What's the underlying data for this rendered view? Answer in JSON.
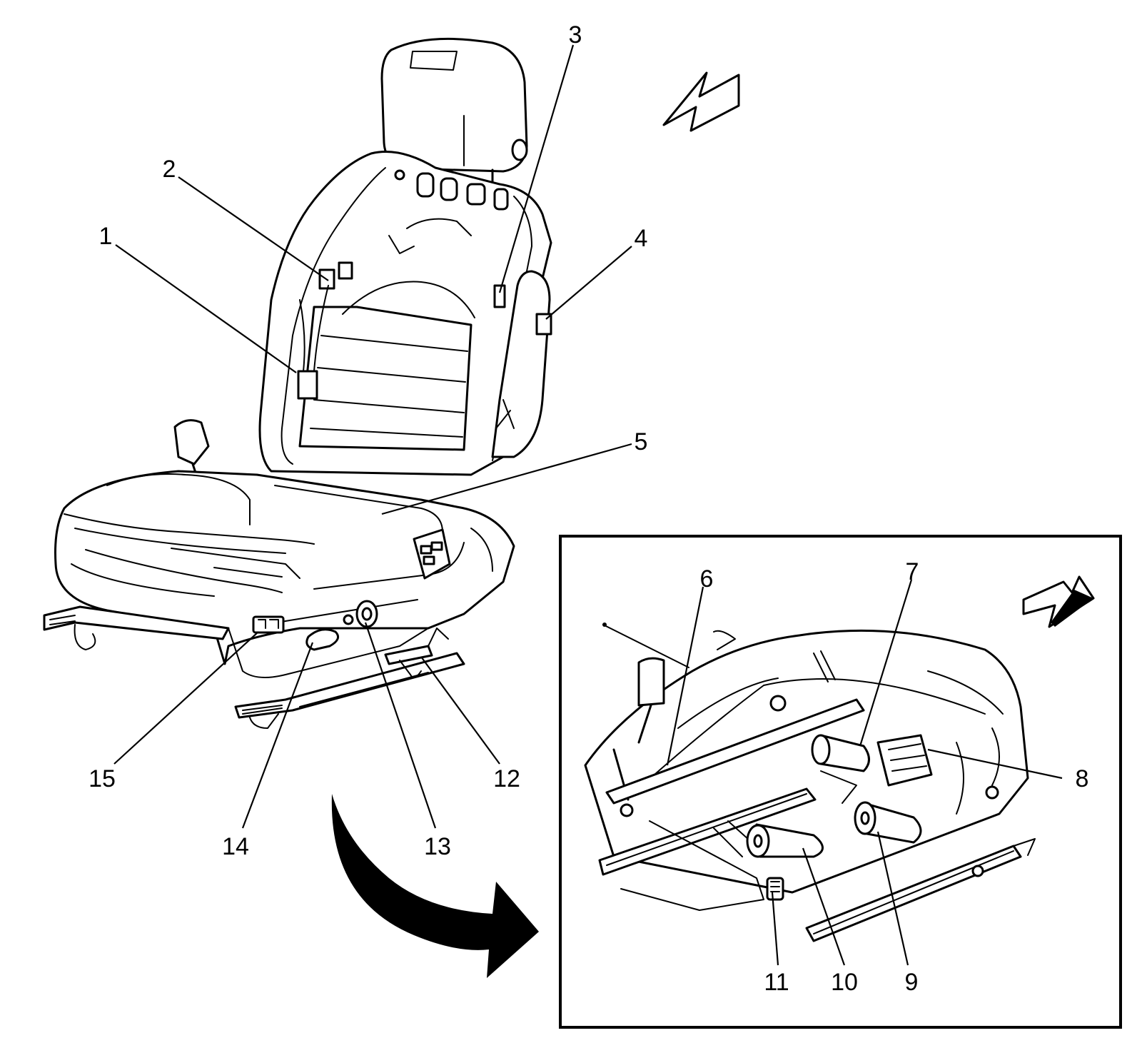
{
  "callouts": [
    "1",
    "2",
    "3",
    "4",
    "5",
    "6",
    "7",
    "8",
    "9",
    "10",
    "11",
    "12",
    "13",
    "14",
    "15"
  ],
  "views": {
    "main": "seat-assembly-front-view",
    "detail": "seat-underside-detail-view"
  },
  "colors": {
    "line": "#000000",
    "background": "#ffffff"
  }
}
